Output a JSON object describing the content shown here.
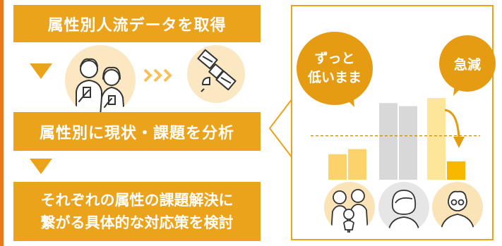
{
  "steps": {
    "step1": "属性別人流データを取得",
    "step2": "属性別に現状・課題を分析",
    "step3_line1": "それぞれの属性の課題解決に",
    "step3_line2": "繋がる具体的な対応策を検討"
  },
  "bubbles": {
    "low_line1": "ずっと",
    "low_line2": "低いまま",
    "drop": "急減"
  },
  "icons": {
    "arrow_chevrons": ">>>",
    "satellite": "satellite-icon",
    "people": "couple-with-phones-icon",
    "family": "family-icon",
    "woman": "woman-icon",
    "elderly": "elderly-man-icon"
  },
  "colors": {
    "accent": "#eba31b",
    "accent_dark": "#e87a1e",
    "bar_light": "#fcd26a",
    "bar_gray": "#d8d8d8",
    "bar_pale": "#fde59a",
    "bar_dark": "#f9b800"
  },
  "chart_data": {
    "type": "bar",
    "groups": [
      {
        "name": "family",
        "values": [
          0.25,
          0.3
        ]
      },
      {
        "name": "woman",
        "values": [
          0.75,
          0.72
        ]
      },
      {
        "name": "elderly",
        "values": [
          0.8,
          0.18
        ]
      }
    ],
    "reference_line": 0.43,
    "ylim": [
      0,
      1
    ]
  }
}
